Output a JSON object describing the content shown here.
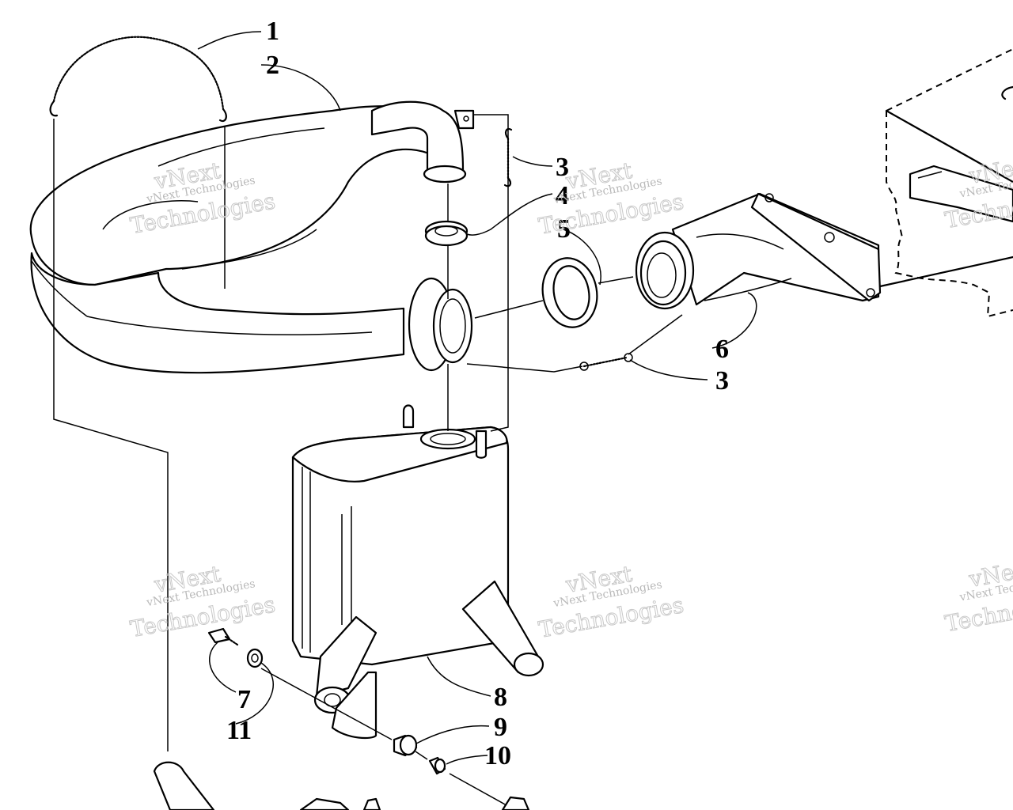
{
  "callouts": [
    {
      "id": "c1",
      "text": "1"
    },
    {
      "id": "c2",
      "text": "2"
    },
    {
      "id": "c3a",
      "text": "3"
    },
    {
      "id": "c4",
      "text": "4"
    },
    {
      "id": "c5",
      "text": "5"
    },
    {
      "id": "c6",
      "text": "6"
    },
    {
      "id": "c3b",
      "text": "3"
    },
    {
      "id": "c7",
      "text": "7"
    },
    {
      "id": "c11",
      "text": "11"
    },
    {
      "id": "c8",
      "text": "8"
    },
    {
      "id": "c9",
      "text": "9"
    },
    {
      "id": "c10",
      "text": "10"
    }
  ],
  "watermark": {
    "line1": "vNext Technologies",
    "line2": "vNext",
    "line3": "Technologies"
  }
}
